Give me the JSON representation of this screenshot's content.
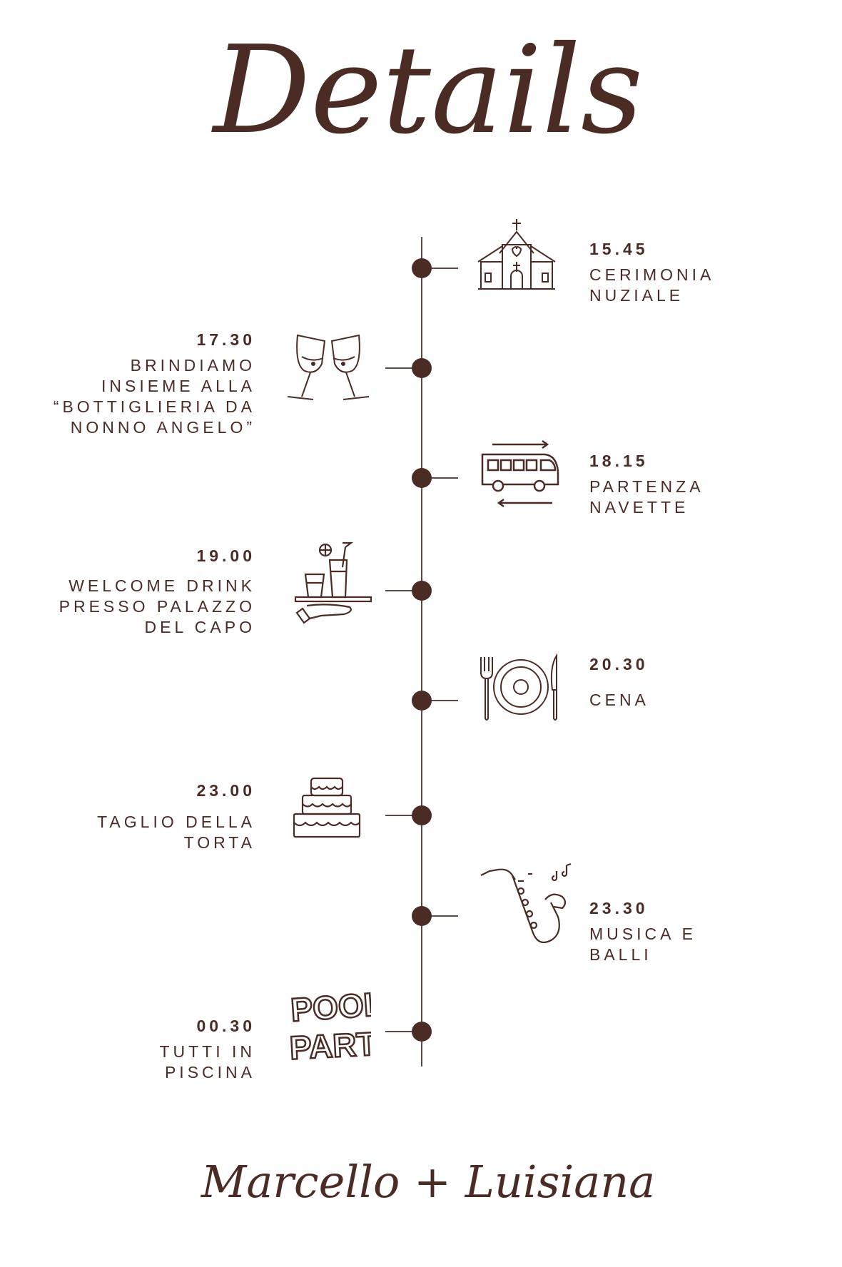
{
  "title": "Details",
  "footer": "Marcello + Luisiana",
  "colors": {
    "ink": "#4a2c25",
    "line": "#5a4a46"
  },
  "events": [
    {
      "time": "15.45",
      "label": [
        "CERIMONIA",
        "NUZIALE"
      ],
      "icon": "church-icon",
      "side": "right"
    },
    {
      "time": "17.30",
      "label": [
        "BRINDIAMO",
        "INSIEME ALLA",
        "“BOTTIGLIERIA DA",
        "NONNO ANGELO”"
      ],
      "icon": "wine-glasses-icon",
      "side": "left"
    },
    {
      "time": "18.15",
      "label": [
        "PARTENZA",
        "NAVETTE"
      ],
      "icon": "bus-icon",
      "side": "right"
    },
    {
      "time": "19.00",
      "label": [
        "WELCOME DRINK",
        "PRESSO PALAZZO",
        "DEL CAPO"
      ],
      "icon": "drinks-tray-icon",
      "side": "left"
    },
    {
      "time": "20.30",
      "label": [
        "CENA"
      ],
      "icon": "plate-cutlery-icon",
      "side": "right"
    },
    {
      "time": "23.00",
      "label": [
        "TAGLIO DELLA",
        "TORTA"
      ],
      "icon": "cake-icon",
      "side": "left"
    },
    {
      "time": "23.30",
      "label": [
        "MUSICA E",
        "BALLI"
      ],
      "icon": "saxophone-icon",
      "side": "right"
    },
    {
      "time": "00.30",
      "label": [
        "TUTTI IN",
        "PISCINA"
      ],
      "icon": "pool-party-icon",
      "side": "left"
    }
  ],
  "pool_party_icon_text": [
    "POOL",
    "PARTY"
  ]
}
